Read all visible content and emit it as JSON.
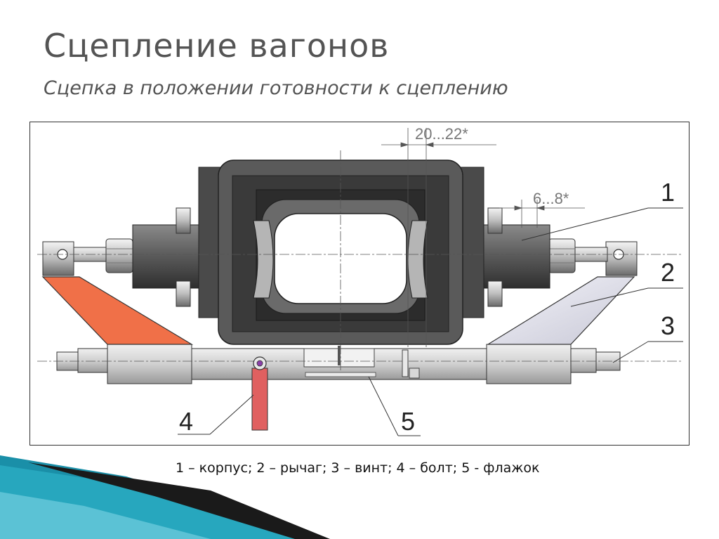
{
  "slide": {
    "title": "Сцепление вагонов",
    "subtitle": "Сцепка в положении готовности к сцеплению"
  },
  "diagram": {
    "dimension_top": "20...22*",
    "dimension_side": "6...8*",
    "callouts": [
      "1",
      "2",
      "3",
      "4",
      "5"
    ]
  },
  "caption": "1 – корпус; 2 – рычаг; 3 – винт; 4 – болт; 5 - флажок",
  "colors": {
    "title_text": "#545454",
    "body_dark": "#3c3c3c",
    "housing_grey": "#6e6e6e",
    "shaft_light": "#d2d2d2",
    "lever_left": "#f07048",
    "lever_right": "#dcdce8",
    "bolt_red": "#e06060",
    "decor_teal": "#1a8fa8"
  }
}
